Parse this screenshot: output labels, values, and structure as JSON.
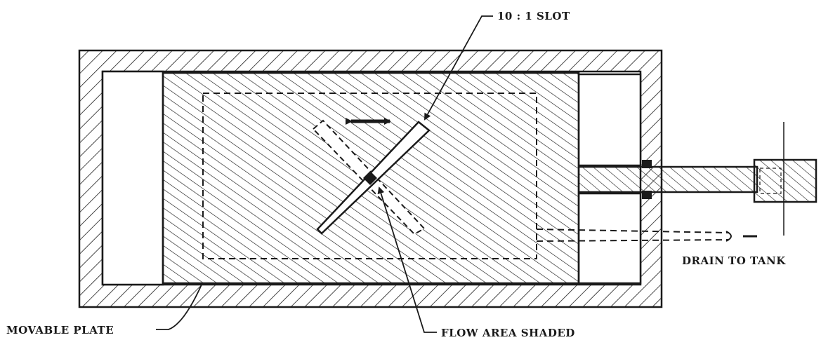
{
  "labels": {
    "slot": "10 : 1 SLOT",
    "drain": "DRAIN TO TANK",
    "movable_plate": "MOVABLE PLATE",
    "flow_area": "FLOW AREA SHADED"
  },
  "colors": {
    "ink": "#1a1a1a",
    "background": "#ffffff"
  }
}
